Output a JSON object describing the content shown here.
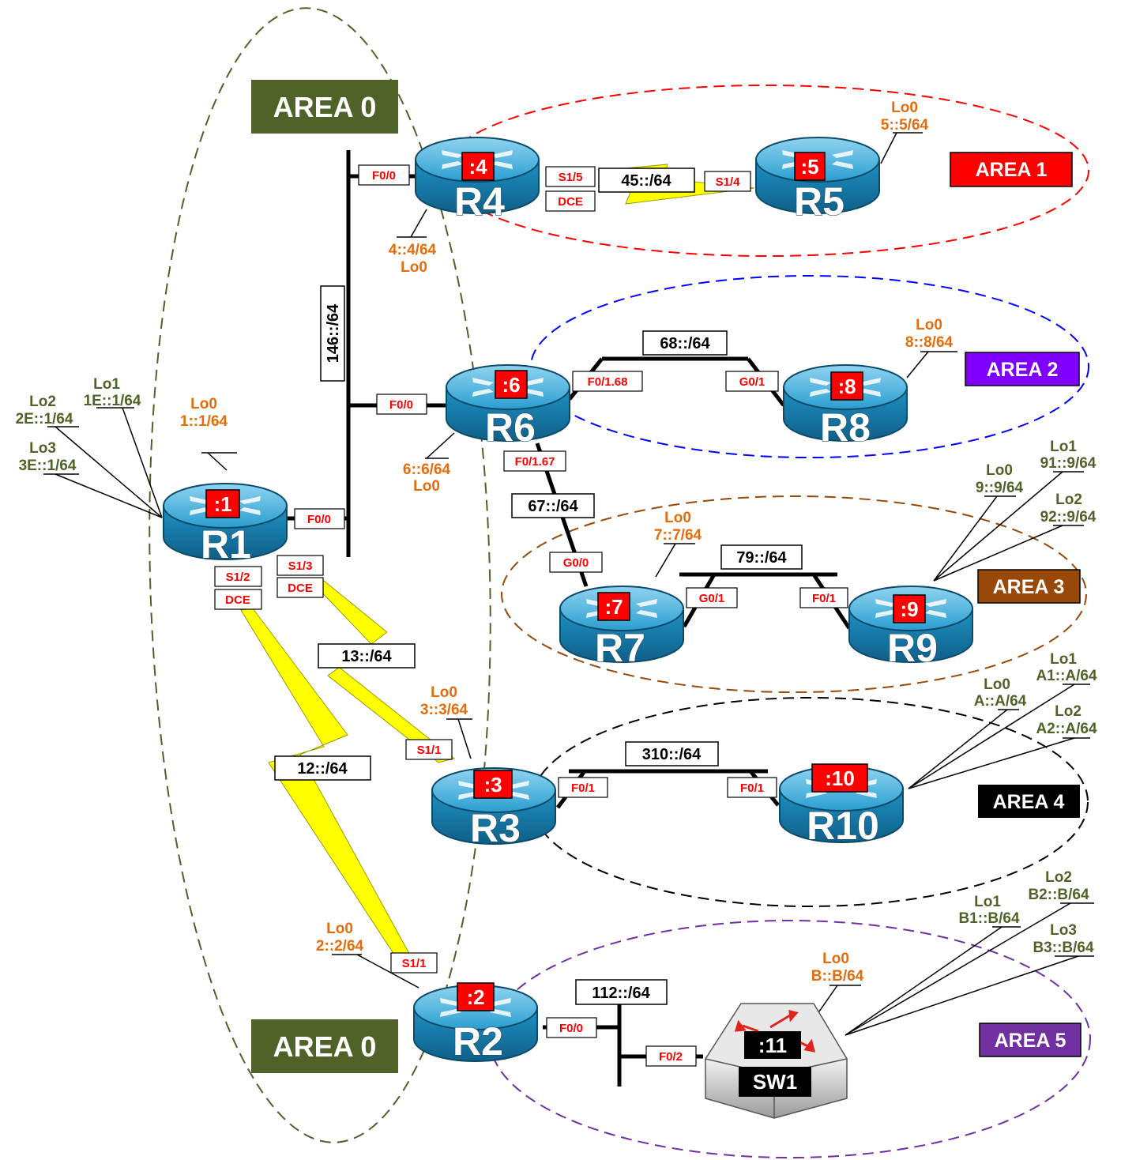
{
  "diagram": {
    "areas": {
      "area0_top": "AREA 0",
      "area0_bottom": "AREA 0",
      "area1": "AREA 1",
      "area2": "AREA 2",
      "area3": "AREA 3",
      "area4": "AREA 4",
      "area5": "AREA 5"
    },
    "colors": {
      "area0": "#4f6228",
      "area1": "#ff0000",
      "area2": "#0000ff",
      "area3": "#984807",
      "area4": "#000000",
      "area5": "#7030a0",
      "router_body": "#1d8fc0",
      "serial_link": "#ffff00",
      "interface_text": "#ff0000",
      "loopback_orange": "#e46c0a",
      "loopback_green": "#4f6228"
    },
    "routers": {
      "r1": {
        "name": "R1",
        "id": ":1"
      },
      "r2": {
        "name": "R2",
        "id": ":2"
      },
      "r3": {
        "name": "R3",
        "id": ":3"
      },
      "r4": {
        "name": "R4",
        "id": ":4"
      },
      "r5": {
        "name": "R5",
        "id": ":5"
      },
      "r6": {
        "name": "R6",
        "id": ":6"
      },
      "r7": {
        "name": "R7",
        "id": ":7"
      },
      "r8": {
        "name": "R8",
        "id": ":8"
      },
      "r9": {
        "name": "R9",
        "id": ":9"
      },
      "r10": {
        "name": "R10",
        "id": ":10"
      },
      "sw1": {
        "name": "SW1",
        "id": ":11"
      }
    },
    "networks": {
      "n146": "146::/64",
      "n45": "45::/64",
      "n68": "68::/64",
      "n67": "67::/64",
      "n79": "79::/64",
      "n13": "13::/64",
      "n12": "12::/64",
      "n310": "310::/64",
      "n112": "112::/64"
    },
    "interfaces": {
      "r4_f00": "F0/0",
      "r4_s15": "S1/5",
      "r4_dce": "DCE",
      "r5_s14": "S1/4",
      "r6_f00": "F0/0",
      "r6_f0168": "F0/1.68",
      "r6_f0167": "F0/1.67",
      "r8_g01": "G0/1",
      "r7_g00": "G0/0",
      "r7_g01": "G0/1",
      "r9_f01": "F0/1",
      "r1_f00": "F0/0",
      "r1_s12": "S1/2",
      "r1_s12_dce": "DCE",
      "r1_s13": "S1/3",
      "r1_s13_dce": "DCE",
      "r3_s11": "S1/1",
      "r3_f01": "F0/1",
      "r10_f01": "F0/1",
      "r2_s11": "S1/1",
      "r2_f00": "F0/0",
      "sw1_f02": "F0/2"
    },
    "loopbacks": {
      "r1_lo0_name": "Lo0",
      "r1_lo0_addr": "1::1/64",
      "r1_lo1_name": "Lo1",
      "r1_lo1_addr": "1E::1/64",
      "r1_lo2_name": "Lo2",
      "r1_lo2_addr": "2E::1/64",
      "r1_lo3_name": "Lo3",
      "r1_lo3_addr": "3E::1/64",
      "r4_lo0_addr": "4::4/64",
      "r4_lo0_name": "Lo0",
      "r5_lo0_name": "Lo0",
      "r5_lo0_addr": "5::5/64",
      "r6_lo0_addr": "6::6/64",
      "r6_lo0_name": "Lo0",
      "r8_lo0_name": "Lo0",
      "r8_lo0_addr": "8::8/64",
      "r7_lo0_name": "Lo0",
      "r7_lo0_addr": "7::7/64",
      "r9_lo0_name": "Lo0",
      "r9_lo0_addr": "9::9/64",
      "r9_lo1_name": "Lo1",
      "r9_lo1_addr": "91::9/64",
      "r9_lo2_name": "Lo2",
      "r9_lo2_addr": "92::9/64",
      "r3_lo0_name": "Lo0",
      "r3_lo0_addr": "3::3/64",
      "r10_lo0_name": "Lo0",
      "r10_lo0_addr": "A::A/64",
      "r10_lo1_name": "Lo1",
      "r10_lo1_addr": "A1::A/64",
      "r10_lo2_name": "Lo2",
      "r10_lo2_addr": "A2::A/64",
      "r2_lo0_name": "Lo0",
      "r2_lo0_addr": "2::2/64",
      "sw1_lo0_name": "Lo0",
      "sw1_lo0_addr": "B::B/64",
      "sw1_lo1_name": "Lo1",
      "sw1_lo1_addr": "B1::B/64",
      "sw1_lo2_name": "Lo2",
      "sw1_lo2_addr": "B2::B/64",
      "sw1_lo3_name": "Lo3",
      "sw1_lo3_addr": "B3::B/64"
    }
  }
}
